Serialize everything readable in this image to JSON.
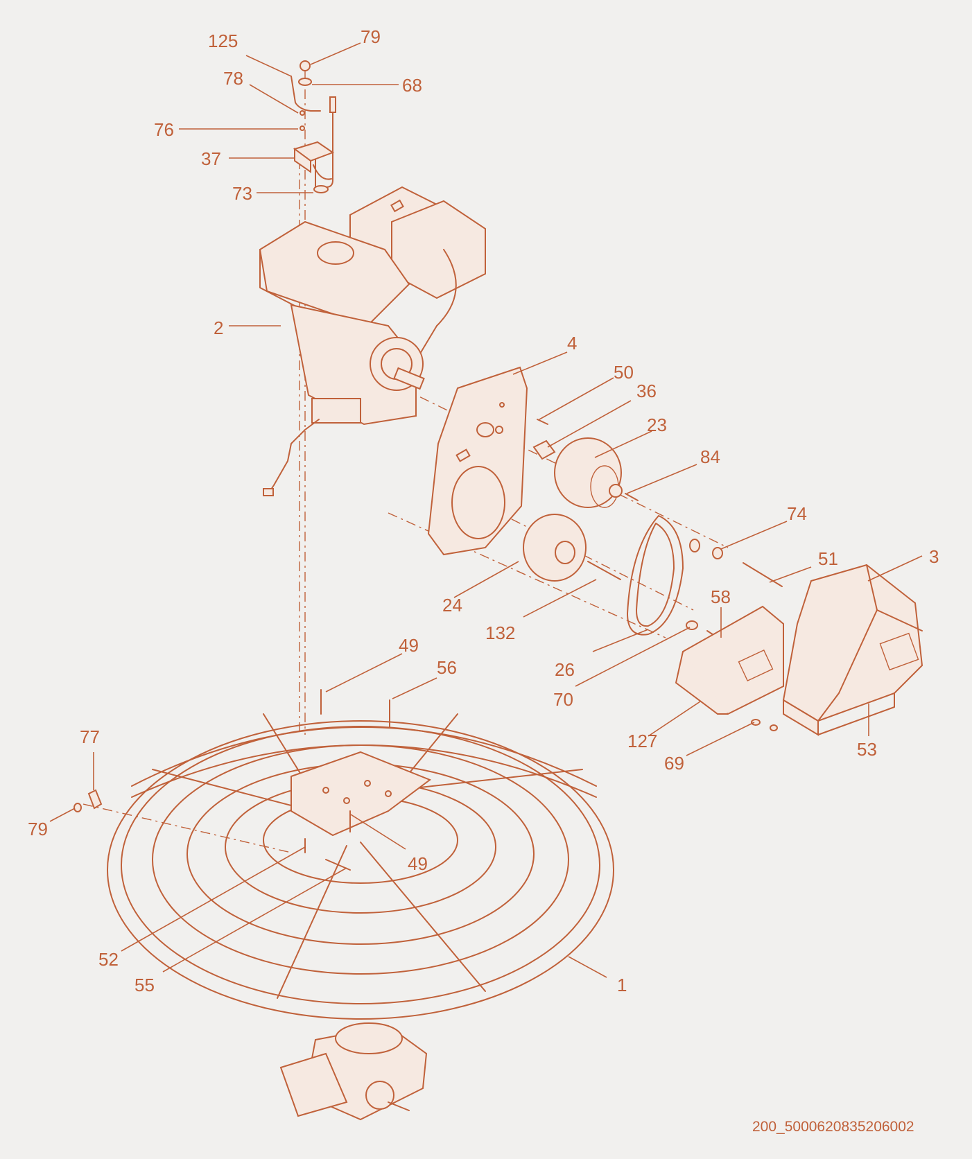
{
  "colors": {
    "ink": "#c0613a",
    "background": "#f1f0ee"
  },
  "callouts": {
    "c125": "125",
    "c79_top": "79",
    "c78": "78",
    "c68": "68",
    "c76": "76",
    "c37": "37",
    "c73": "73",
    "c2": "2",
    "c4": "4",
    "c50": "50",
    "c36": "36",
    "c23": "23",
    "c84": "84",
    "c74": "74",
    "c51": "51",
    "c3": "3",
    "c58": "58",
    "c24": "24",
    "c132": "132",
    "c26": "26",
    "c49_top": "49",
    "c56": "56",
    "c70": "70",
    "c127": "127",
    "c69": "69",
    "c53": "53",
    "c77": "77",
    "c79_left": "79",
    "c49_bottom": "49",
    "c52": "52",
    "c55": "55",
    "c1": "1"
  },
  "drawing_code": "200_5000620835206002"
}
